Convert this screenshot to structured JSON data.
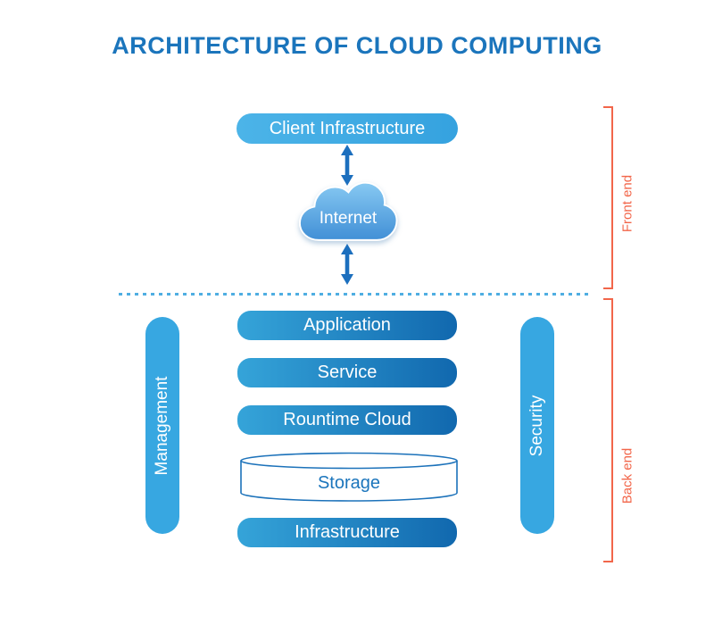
{
  "title": "ARCHITECTURE OF CLOUD COMPUTING",
  "front_end": {
    "label": "Front end",
    "client_infrastructure_label": "Client Infrastructure",
    "internet_label": "Internet"
  },
  "back_end": {
    "label": "Back end",
    "management_label": "Management",
    "security_label": "Security",
    "layers": [
      "Application",
      "Service",
      "Rountime Cloud",
      "Storage",
      "Infrastructure"
    ]
  },
  "icons": {
    "double_arrow": "double-arrow-icon",
    "cloud": "cloud-icon"
  },
  "colors": {
    "title_blue": "#1B75BC",
    "pill_blue": "#37A7E1",
    "box_gradient_start": "#35A4D9",
    "box_gradient_end": "#1168AE",
    "client_box_start": "#4CB4E8",
    "client_box_end": "#35A2DF",
    "arrow_blue": "#1C6FBE",
    "divider_blue": "#4FAEE2",
    "storage_outline": "#1C72BA",
    "bracket_orange": "#F2664A",
    "cloud_gradient_top": "#87C9F2",
    "cloud_gradient_bottom": "#418FD6"
  }
}
